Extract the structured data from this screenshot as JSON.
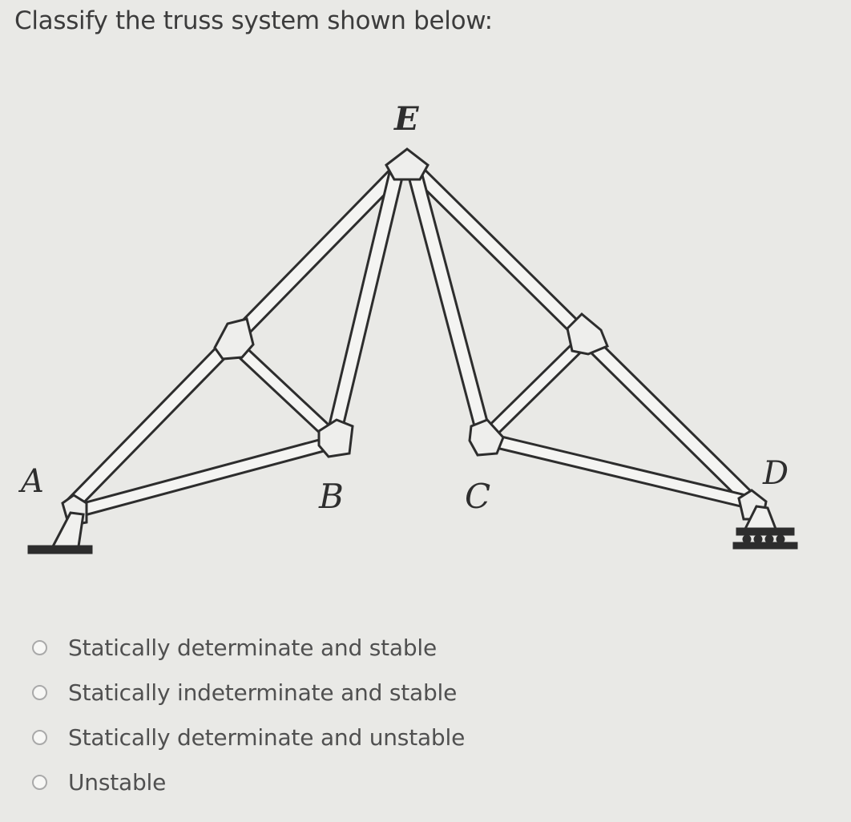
{
  "question": {
    "prompt": "Classify the truss system shown below:"
  },
  "figure": {
    "joint_labels": {
      "A": "A",
      "B": "B",
      "C": "C",
      "D": "D",
      "E": "E"
    }
  },
  "options": [
    {
      "label": "Statically determinate and stable",
      "selected": false
    },
    {
      "label": "Statically indeterminate and stable",
      "selected": false
    },
    {
      "label": "Statically determinate and unstable",
      "selected": false
    },
    {
      "label": "Unstable",
      "selected": false
    }
  ]
}
